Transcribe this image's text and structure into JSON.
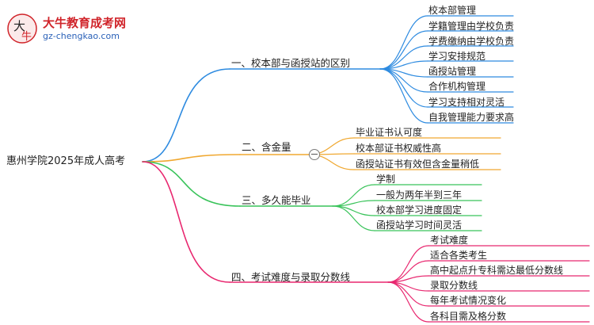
{
  "watermark": {
    "site_name": "大牛教育成考网",
    "url": "gz-chengkao.com"
  },
  "colors": {
    "branch1": "#2e8be0",
    "branch2": "#f0a830",
    "branch3": "#39c35a",
    "branch4": "#e8276f",
    "logo_red": "#d0242a",
    "logo_blue": "#2a61b8"
  },
  "root": {
    "label": "惠州学院2025年成人高考"
  },
  "branches": [
    {
      "label": "一、校本部与函授站的区别",
      "children": [
        "校本部管理",
        "学籍管理由学校负责",
        "学费缴纳由学校负责",
        "学习安排规范",
        "函授站管理",
        "合作机构管理",
        "学习支持相对灵活",
        "自我管理能力要求高"
      ]
    },
    {
      "label": "二、含金量",
      "children": [
        "毕业证书认可度",
        "校本部证书权威性高",
        "函授站证书有效但含金量稍低"
      ]
    },
    {
      "label": "三、多久能毕业",
      "children": [
        "学制",
        "一般为两年半到三年",
        "校本部学习进度固定",
        "函授站学习时间灵活"
      ]
    },
    {
      "label": "四、考试难度与录取分数线",
      "children": [
        "考试难度",
        "适合各类考生",
        "高中起点升专科需达最低分数线",
        "录取分数线",
        "每年考试情况变化",
        "各科目需及格分数"
      ]
    }
  ]
}
